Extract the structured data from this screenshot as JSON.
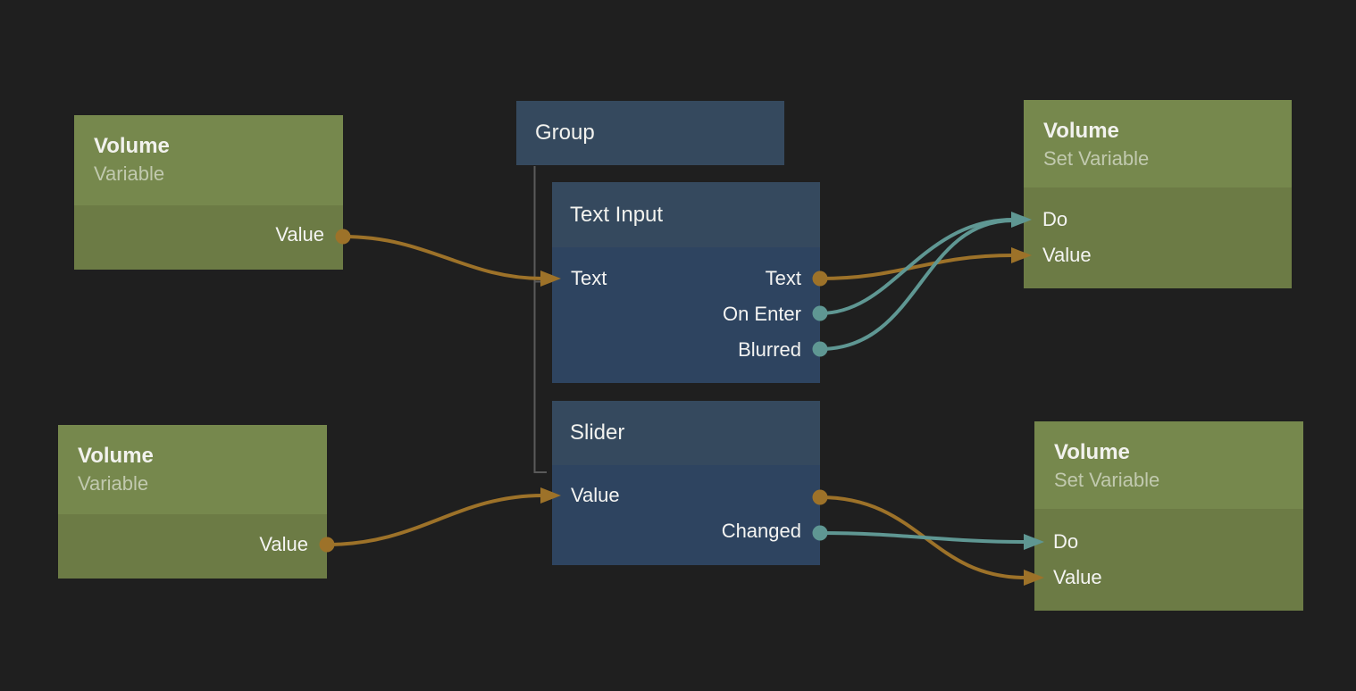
{
  "background": "#1f1f1f",
  "colors": {
    "connection_orange": "#9d7229",
    "connection_teal": "#5f9793",
    "group_line": "#5a5a5a",
    "node_green_header": "#76884d",
    "node_green_body": "#6c7b45",
    "node_blue_header": "#35495e",
    "node_blue_body": "#2e4460"
  },
  "nodes": {
    "variable_top": {
      "title": "Volume",
      "subtitle": "Variable",
      "output_label": "Value"
    },
    "variable_bottom": {
      "title": "Volume",
      "subtitle": "Variable",
      "output_label": "Value"
    },
    "group": {
      "title": "Group"
    },
    "text_input": {
      "title": "Text Input",
      "input_label": "Text",
      "output_text": "Text",
      "output_on_enter": "On Enter",
      "output_blurred": "Blurred"
    },
    "slider": {
      "title": "Slider",
      "input_label": "Value",
      "output_changed": "Changed"
    },
    "set_variable_top": {
      "title": "Volume",
      "subtitle": "Set Variable",
      "input_do": "Do",
      "input_value": "Value"
    },
    "set_variable_bottom": {
      "title": "Volume",
      "subtitle": "Set Variable",
      "input_do": "Do",
      "input_value": "Value"
    }
  },
  "connections": [
    {
      "from": "Volume Variable (top) / Value",
      "to": "Text Input / Text",
      "color": "#9d7229"
    },
    {
      "from": "Text Input / Text",
      "to": "Volume Set Variable (top) / Value",
      "color": "#9d7229"
    },
    {
      "from": "Text Input / On Enter",
      "to": "Volume Set Variable (top) / Do",
      "color": "#5f9793"
    },
    {
      "from": "Text Input / Blurred",
      "to": "Volume Set Variable (top) / Do",
      "color": "#5f9793"
    },
    {
      "from": "Volume Variable (bottom) / Value",
      "to": "Slider / Value",
      "color": "#9d7229"
    },
    {
      "from": "Slider / Value",
      "to": "Volume Set Variable (bottom) / Value",
      "color": "#9d7229"
    },
    {
      "from": "Slider / Changed",
      "to": "Volume Set Variable (bottom) / Do",
      "color": "#5f9793"
    }
  ]
}
